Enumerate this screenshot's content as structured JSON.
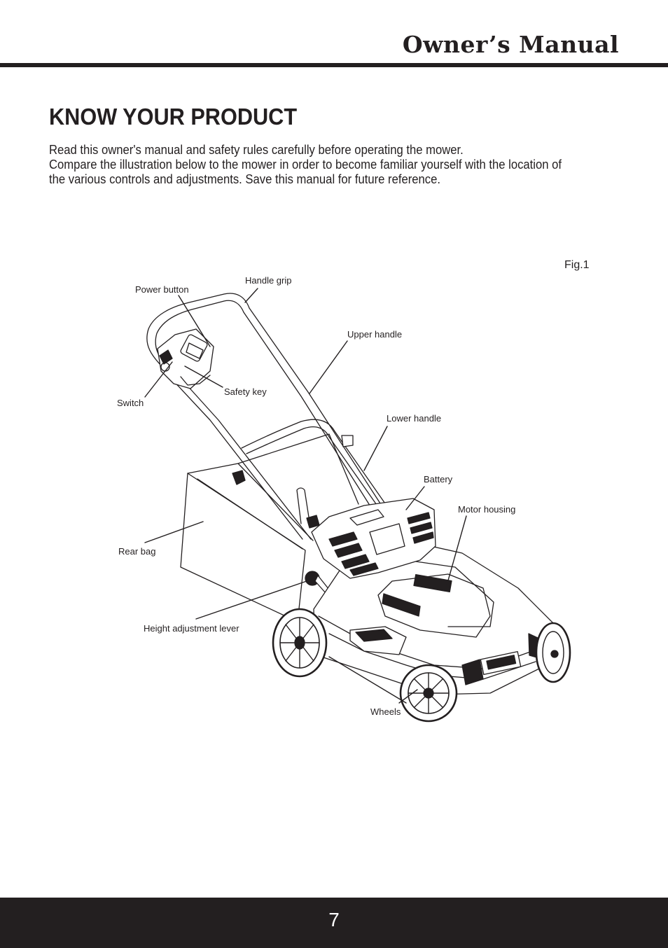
{
  "header": {
    "brand": "Owner’s Manual"
  },
  "section": {
    "title": "KNOW YOUR PRODUCT",
    "paragraphs": [
      "Read this owner's manual and safety rules carefully before operating the mower.",
      "Compare the illustration below to the mower in order to become familiar yourself with the location of the various controls and adjustments. Save this manual for future reference."
    ]
  },
  "figure": {
    "caption": "Fig.1",
    "labels": {
      "power_button": "Power button",
      "handle_grip": "Handle grip",
      "upper_handle": "Upper handle",
      "switch": "Switch",
      "safety_key": "Safety key",
      "lower_handle": "Lower handle",
      "battery": "Battery",
      "motor_housing": "Motor housing",
      "rear_bag": "Rear bag",
      "height_adjustment_lever": "Height adjustment lever",
      "wheels": "Wheels"
    }
  },
  "footer": {
    "page_number": "7"
  }
}
